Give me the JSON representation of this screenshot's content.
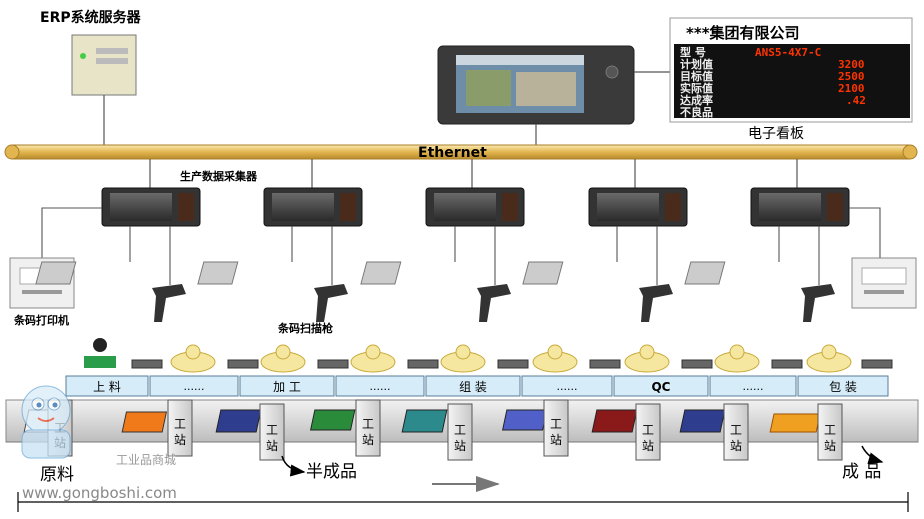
{
  "erp_label": "ERP系统服务器",
  "ethernet_label": "Ethernet",
  "collector_label": "生产数据采集器",
  "board": {
    "title": "***集团有限公司",
    "caption": "电子看板",
    "rows": [
      {
        "label": "型 号",
        "value": "ANS5-4X7-C"
      },
      {
        "label": "计划值",
        "value": "3200"
      },
      {
        "label": "目标值",
        "value": "2500"
      },
      {
        "label": "实际值",
        "value": "2100"
      },
      {
        "label": "达成率",
        "value": ".42"
      },
      {
        "label": "不良品",
        "value": ""
      }
    ]
  },
  "printer_label": "条码打印机",
  "scanner_label": "条码扫描枪",
  "process_steps": [
    "上 料",
    "......",
    "加 工",
    "......",
    "组 装",
    "......",
    "QC",
    "......",
    "包 装"
  ],
  "station_label": "工\n站",
  "station_char_top": "工",
  "station_char_bottom": "站",
  "raw_material": "原料",
  "semi_finished": "半成品",
  "finished": "成 品",
  "watermark": {
    "brand": "工业品商城",
    "url": "www.gongboshi.com"
  },
  "colors": {
    "ethernet": "#e8c060",
    "led_text": "#ff3300",
    "step_fill": "#d6ecf8",
    "operator": "#f5e7a0",
    "board_bg": "#111111"
  }
}
